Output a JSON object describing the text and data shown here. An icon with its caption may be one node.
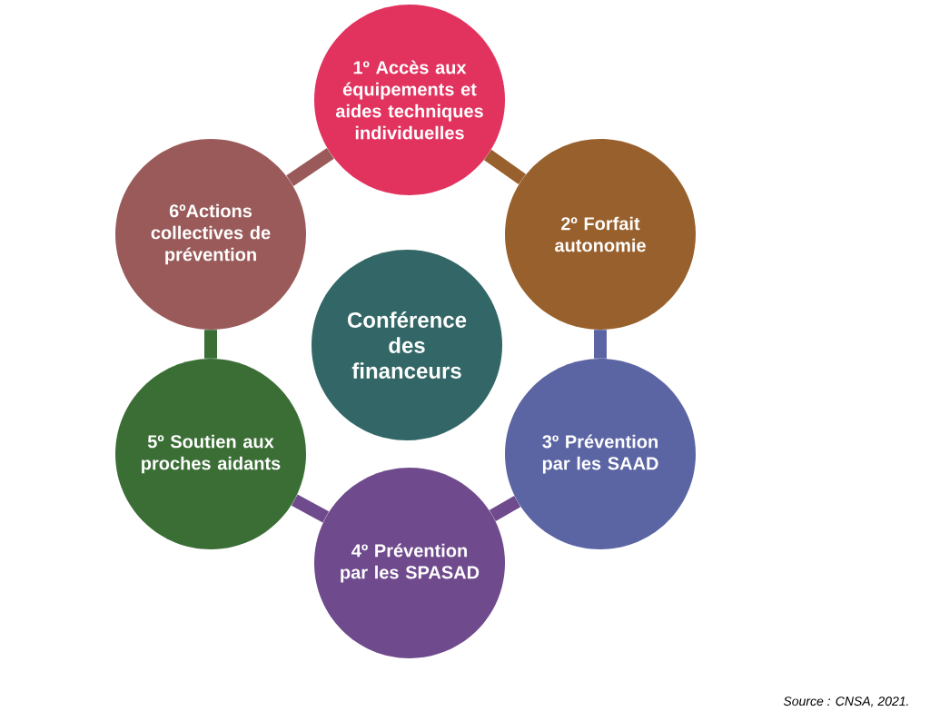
{
  "diagram": {
    "nodes": [
      {
        "text": [
          "Conférence des financeurs"
        ]
      },
      {
        "text": [
          "1º Accès aux équipements et aides techniques individuelles"
        ]
      },
      {
        "text": [
          "2º Forfait autonomie"
        ]
      },
      {
        "text": [
          "3º Prévention par les SAAD"
        ]
      },
      {
        "text": [
          "4º Prévention par les SPASAD"
        ]
      },
      {
        "text": [
          "5º Soutien aux proches aidants"
        ]
      },
      {
        "text": [
          "6ºActions collectives de prévention"
        ]
      }
    ],
    "edges": [
      {
        "from": 1,
        "to": 2,
        "arrow": "none",
        "color": "#98602c"
      },
      {
        "from": 2,
        "to": 3,
        "arrow": "none",
        "color": "#5b65a3"
      },
      {
        "from": 3,
        "to": 4,
        "arrow": "none",
        "color": "#6f4a8c"
      },
      {
        "from": 4,
        "to": 5,
        "arrow": "none",
        "color": "#6f4a8c"
      },
      {
        "from": 5,
        "to": 6,
        "arrow": "none",
        "color": "#3a6e35"
      },
      {
        "from": 6,
        "to": 1,
        "arrow": "none",
        "color": "#9a5a5a"
      }
    ],
    "labels": [
      "Source : CNSA, 2021."
    ]
  }
}
